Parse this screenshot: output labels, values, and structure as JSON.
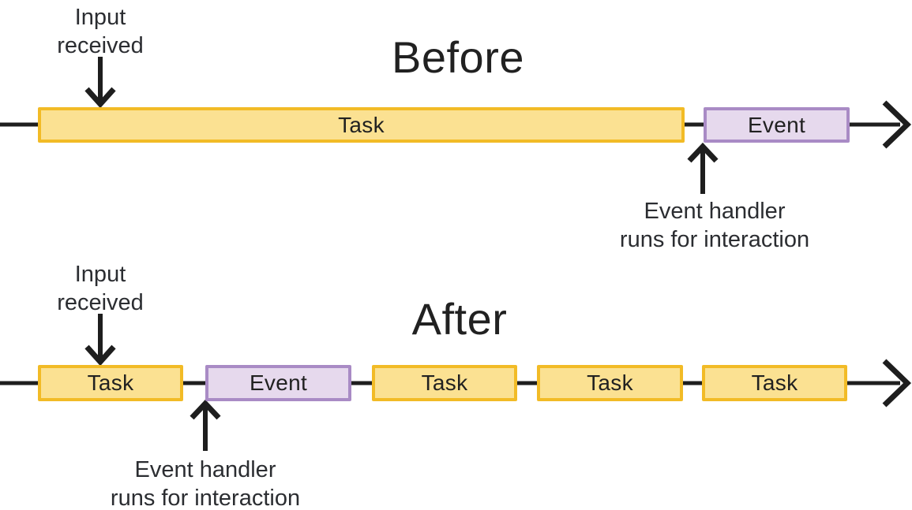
{
  "diagram": {
    "before": {
      "title": "Before",
      "input_label": {
        "line1": "Input",
        "line2": "received"
      },
      "handler_label": {
        "line1": "Event handler",
        "line2": "runs for interaction"
      },
      "boxes": [
        {
          "label": "Task",
          "type": "task"
        },
        {
          "label": "Event",
          "type": "event"
        }
      ]
    },
    "after": {
      "title": "After",
      "input_label": {
        "line1": "Input",
        "line2": "received"
      },
      "handler_label": {
        "line1": "Event handler",
        "line2": "runs for interaction"
      },
      "boxes": [
        {
          "label": "Task",
          "type": "task"
        },
        {
          "label": "Event",
          "type": "event"
        },
        {
          "label": "Task",
          "type": "task"
        },
        {
          "label": "Task",
          "type": "task"
        },
        {
          "label": "Task",
          "type": "task"
        }
      ]
    },
    "colors": {
      "task_fill": "#FBE192",
      "task_border": "#F2BB26",
      "event_fill": "#E6D9ED",
      "event_border": "#A98BC5",
      "line": "#1E1E1E",
      "text": "#2B2D31"
    }
  }
}
